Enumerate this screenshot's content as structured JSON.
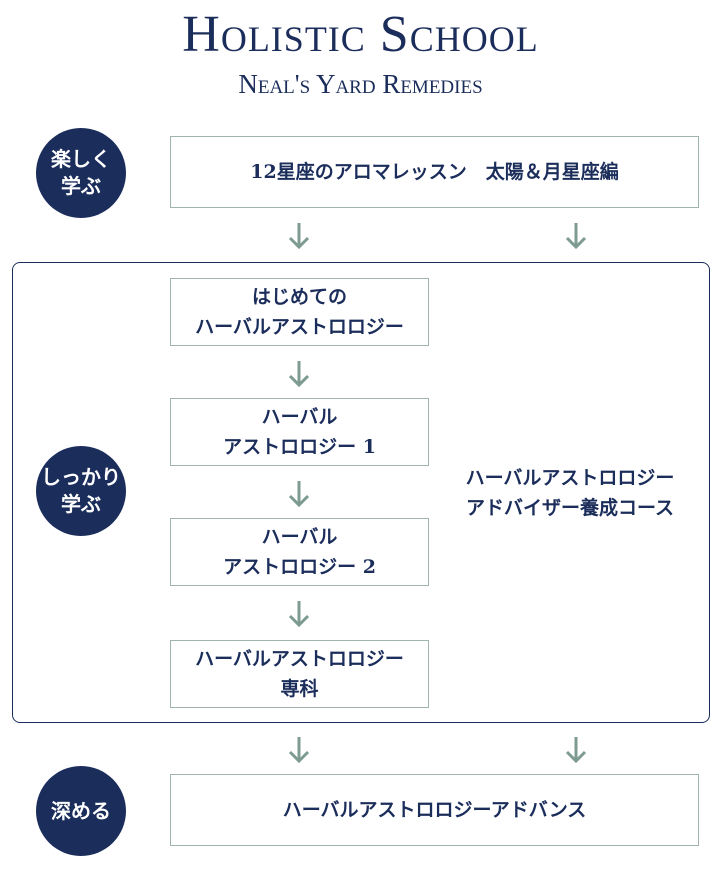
{
  "header": {
    "title": "Holistic School",
    "subtitle": "Neal's Yard Remedies"
  },
  "stages": {
    "enjoy": [
      "楽しく",
      "学ぶ"
    ],
    "thorough": [
      "しっかり",
      "学ぶ"
    ],
    "deepen": [
      "深める"
    ]
  },
  "courses": {
    "top": "12星座のアロマレッスン　太陽＆月星座編",
    "first": [
      "はじめての",
      "ハーバルアストロロジー"
    ],
    "level1": [
      "ハーバル",
      "アストロロジー 1"
    ],
    "level2": [
      "ハーバル",
      "アストロロジー 2"
    ],
    "specialist": [
      "ハーバルアストロロジー",
      "専科"
    ],
    "adviser": [
      "ハーバルアストロロジー",
      "アドバイザー養成コース"
    ],
    "advance": "ハーバルアストロロジーアドバンス"
  },
  "colors": {
    "navy": "#1b2d5b",
    "arrow": "#7d9b91",
    "box_border": "#9fb4ab"
  }
}
